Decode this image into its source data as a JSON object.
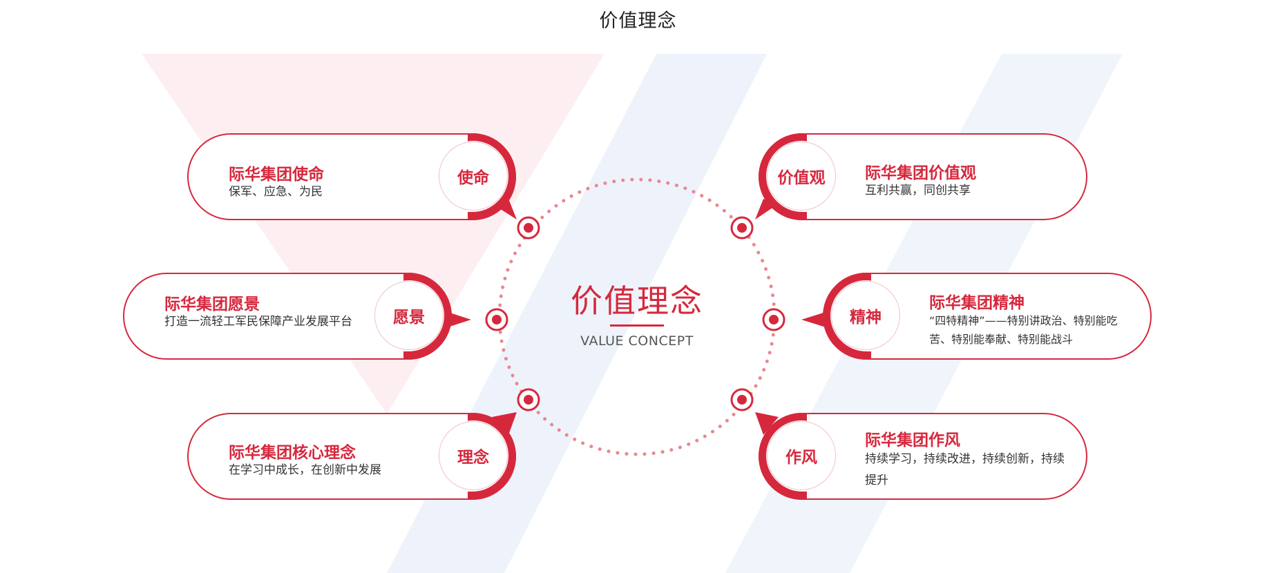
{
  "page_title": "价值理念",
  "center": {
    "title": "价值理念",
    "subtitle": "VALUE CONCEPT"
  },
  "colors": {
    "accent": "#d6283d",
    "dots": "#e8888f",
    "bg_red": "#fdeff1",
    "bg_blue": "#eef3fb"
  },
  "cards": [
    {
      "id": "mission",
      "side": "left",
      "title": "际华集团使命",
      "desc": "保军、应急、为民",
      "badge": "使命"
    },
    {
      "id": "vision",
      "side": "left",
      "title": "际华集团愿景",
      "desc": "打造一流轻工军民保障产业发展平台",
      "badge": "愿景"
    },
    {
      "id": "concept",
      "side": "left",
      "title": "际华集团核心理念",
      "desc": "在学习中成长，在创新中发展",
      "badge": "理念"
    },
    {
      "id": "values",
      "side": "right",
      "title": "际华集团价值观",
      "desc": "互利共赢，同创共享",
      "badge": "价值观"
    },
    {
      "id": "spirit",
      "side": "right",
      "title": "际华集团精神",
      "desc": "“四特精神”——特别讲政治、特别能吃苦、特别能奉献、特别能战斗",
      "badge": "精神"
    },
    {
      "id": "style",
      "side": "right",
      "title": "际华集团作风",
      "desc": "持续学习，持续改进，持续创新，持续提升",
      "badge": "作风"
    }
  ]
}
